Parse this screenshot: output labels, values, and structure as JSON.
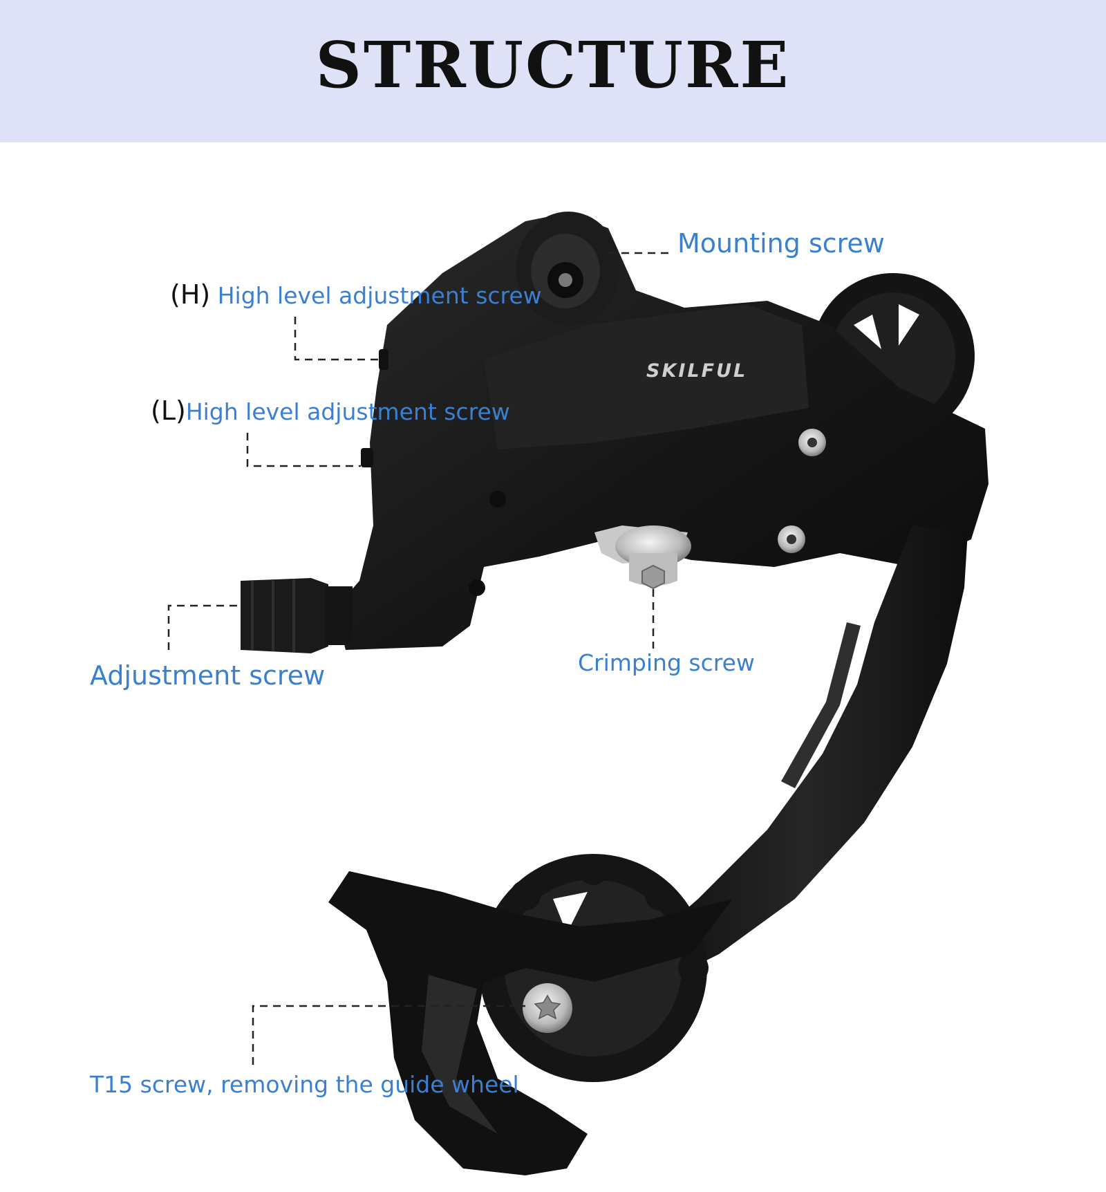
{
  "header": {
    "title": "STRUCTURE",
    "background": "#dfe2f7"
  },
  "product": {
    "brand_mark": "SKILFUL"
  },
  "callouts": {
    "mounting": {
      "text": "Mounting screw"
    },
    "high": {
      "prefix": "(H)",
      "text": " High level adjustment screw"
    },
    "low": {
      "prefix": "(L)",
      "text": "High level adjustment screw"
    },
    "adjustment": {
      "text": "Adjustment screw"
    },
    "crimping": {
      "text": "Crimping screw"
    },
    "t15": {
      "text": "T15 screw,  removing the guide wheel"
    }
  },
  "colors": {
    "label_blue": "#3b7fd0",
    "part_black": "#1b1b1b",
    "leader": "#222222"
  }
}
